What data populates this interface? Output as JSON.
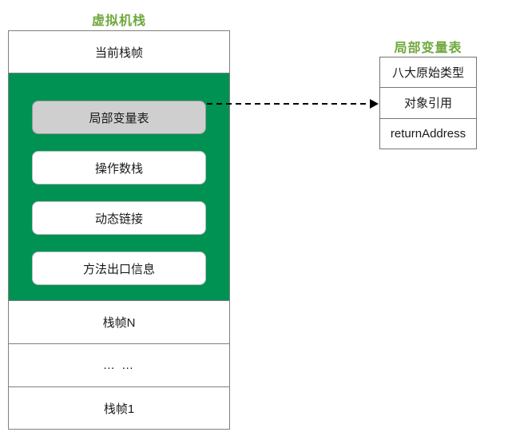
{
  "vm_stack": {
    "title": "虚拟机栈",
    "current_frame_label": "当前栈帧",
    "frame_parts": [
      "局部变量表",
      "操作数栈",
      "动态链接",
      "方法出口信息"
    ],
    "frame_n_label": "栈帧N",
    "ellipsis_label": "… …",
    "frame_1_label": "栈帧1"
  },
  "local_variable_table": {
    "title": "局部变量表",
    "rows": [
      "八大原始类型",
      "对象引用",
      "returnAddress"
    ]
  },
  "colors": {
    "accent_green_fill": "#009252",
    "title_green": "#6FA83C",
    "gray_box_fill": "#CFCFCF",
    "border_gray": "#7F7F7F",
    "arrow_black": "#000000"
  }
}
